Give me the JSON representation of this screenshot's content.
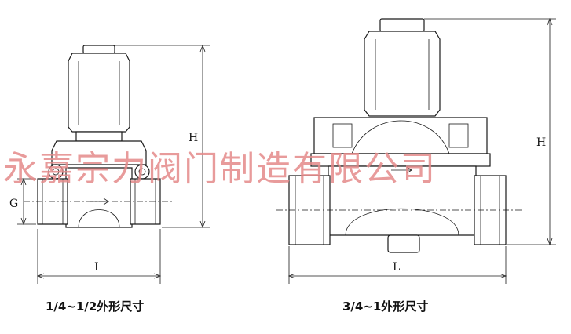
{
  "watermark": "永嘉宗力阀门制造有限公司",
  "left_view": {
    "caption": "1/4~1/2外形尺寸",
    "dim_height": "H",
    "dim_length": "L",
    "dim_port": "G"
  },
  "right_view": {
    "caption": "3/4~1外形尺寸",
    "dim_height": "H",
    "dim_length": "L"
  },
  "colors": {
    "line": "#1a1a1a",
    "watermark": "#e58a8a",
    "background": "#ffffff"
  }
}
